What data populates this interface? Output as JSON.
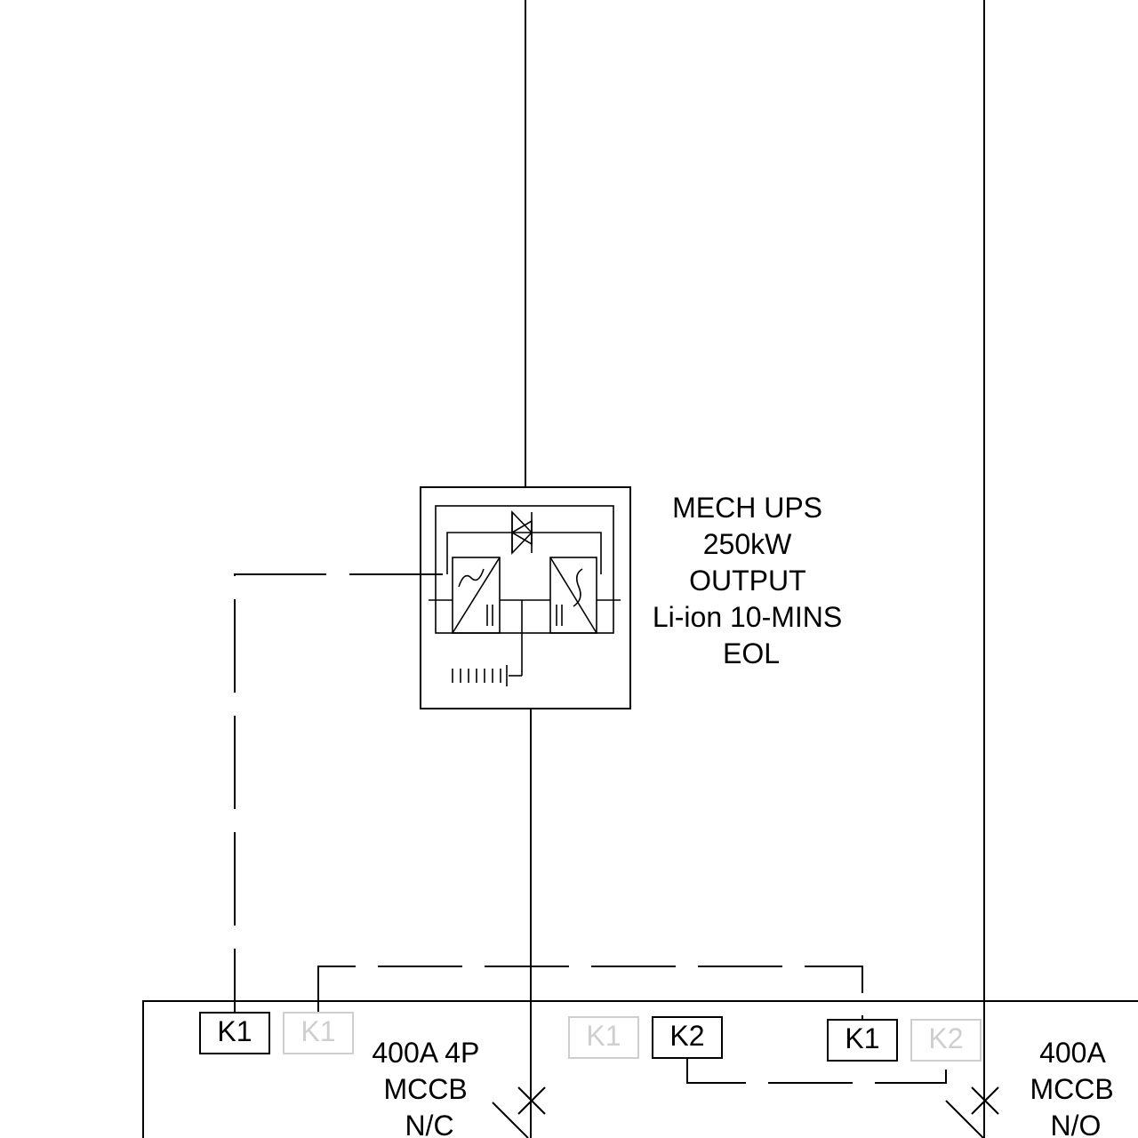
{
  "ups": {
    "label_lines": [
      "MECH UPS",
      "250kW",
      "OUTPUT",
      "Li-ion 10-MINS",
      "EOL"
    ]
  },
  "breakers": {
    "left": {
      "label_lines": [
        "400A 4P",
        "MCCB",
        "N/C"
      ]
    },
    "right": {
      "label_lines": [
        "400A",
        "MCCB",
        "N/O"
      ]
    }
  },
  "contacts": [
    {
      "label": "K1",
      "active": true
    },
    {
      "label": "K1",
      "active": false
    },
    {
      "label": "K1",
      "active": false
    },
    {
      "label": "K2",
      "active": true
    },
    {
      "label": "K1",
      "active": true
    },
    {
      "label": "K2",
      "active": false
    }
  ],
  "colors": {
    "line": "#000000",
    "inactive": "#cfcfcf"
  }
}
